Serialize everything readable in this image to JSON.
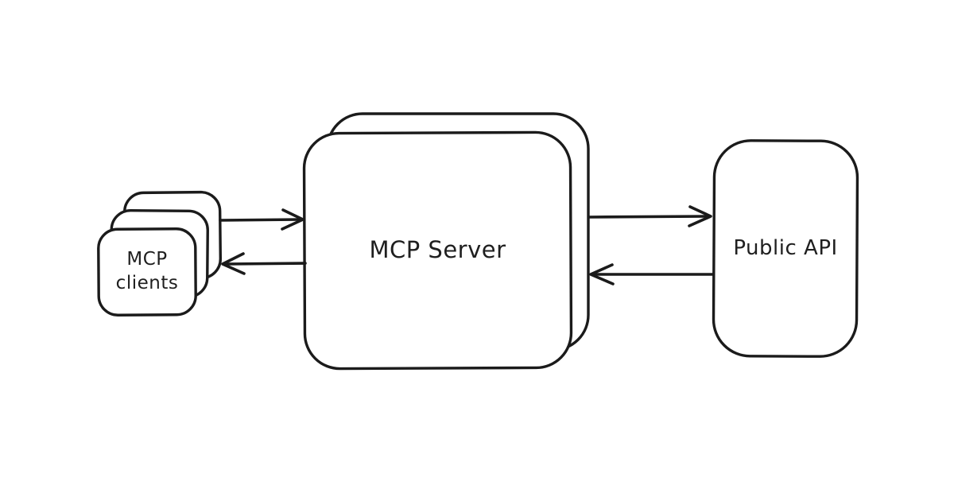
{
  "diagram": {
    "type": "architecture-sketch",
    "colors": {
      "background": "#ffffff",
      "stroke": "#1b1b1b",
      "node_fill": "#ffffff",
      "text": "#1f1f1f"
    },
    "nodes": {
      "clients": {
        "label": "MCP clients",
        "appearance": "stack-of-3-cards"
      },
      "server": {
        "label": "MCP Server",
        "appearance": "stack-of-2-boxes"
      },
      "api": {
        "label": "Public API",
        "appearance": "single-box"
      }
    },
    "edges": [
      {
        "from": "mcp-clients",
        "to": "mcp-server",
        "direction": "right"
      },
      {
        "from": "mcp-server",
        "to": "mcp-clients",
        "direction": "left"
      },
      {
        "from": "mcp-server",
        "to": "public-api",
        "direction": "right"
      },
      {
        "from": "public-api",
        "to": "mcp-server",
        "direction": "left"
      }
    ]
  }
}
